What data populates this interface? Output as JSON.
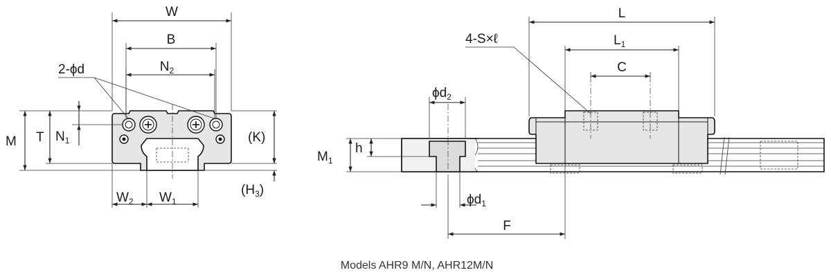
{
  "caption": "Models AHR9 M/N, AHR12M/N",
  "labels": {
    "W": "W",
    "B": "B",
    "N2_base": "N",
    "N2_sub": "2",
    "hole_2d": "2-ϕd",
    "M": "M",
    "T": "T",
    "N1_base": "N",
    "N1_sub": "1",
    "K": "(K)",
    "H3_base": "(H",
    "H3_sub": "3",
    "H3_close": ")",
    "W2_base": "W",
    "W2_sub": "2",
    "W1_base": "W",
    "W1_sub": "1",
    "L": "L",
    "L1_base": "L",
    "L1_sub": "1",
    "C": "C",
    "S_tap": "4-S×ℓ",
    "d2_base": "ϕd",
    "d2_sub": "2",
    "M1_base": "M",
    "M1_sub": "1",
    "h": "h",
    "d1_base": "ϕd",
    "d1_sub": "1",
    "F": "F"
  }
}
